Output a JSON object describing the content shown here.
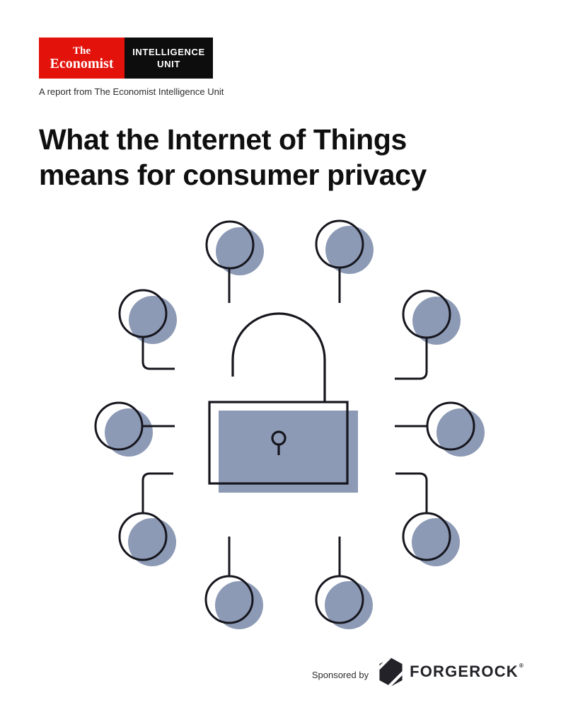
{
  "masthead": {
    "economist": {
      "line1": "The",
      "line2": "Economist"
    },
    "intelligence_unit": {
      "line1": "INTELLIGENCE",
      "line2": "UNIT"
    },
    "tagline": "A report from The Economist Intelligence Unit"
  },
  "title": {
    "line1": "What the Internet of Things",
    "line2": "means for consumer privacy"
  },
  "illustration": {
    "type": "padlock-iot-network",
    "device_node_count": 10
  },
  "sponsor": {
    "label": "Sponsored by",
    "name": "FORGEROCK",
    "registered_mark": "®"
  },
  "colors": {
    "economist_red": "#e3120b",
    "logo_black": "#0d0d0d",
    "accent_blue_gray": "#8d9ab5",
    "line_dark": "#16161e",
    "title_ink": "#0f0f0f",
    "muted_ink": "#2d2d2d"
  }
}
